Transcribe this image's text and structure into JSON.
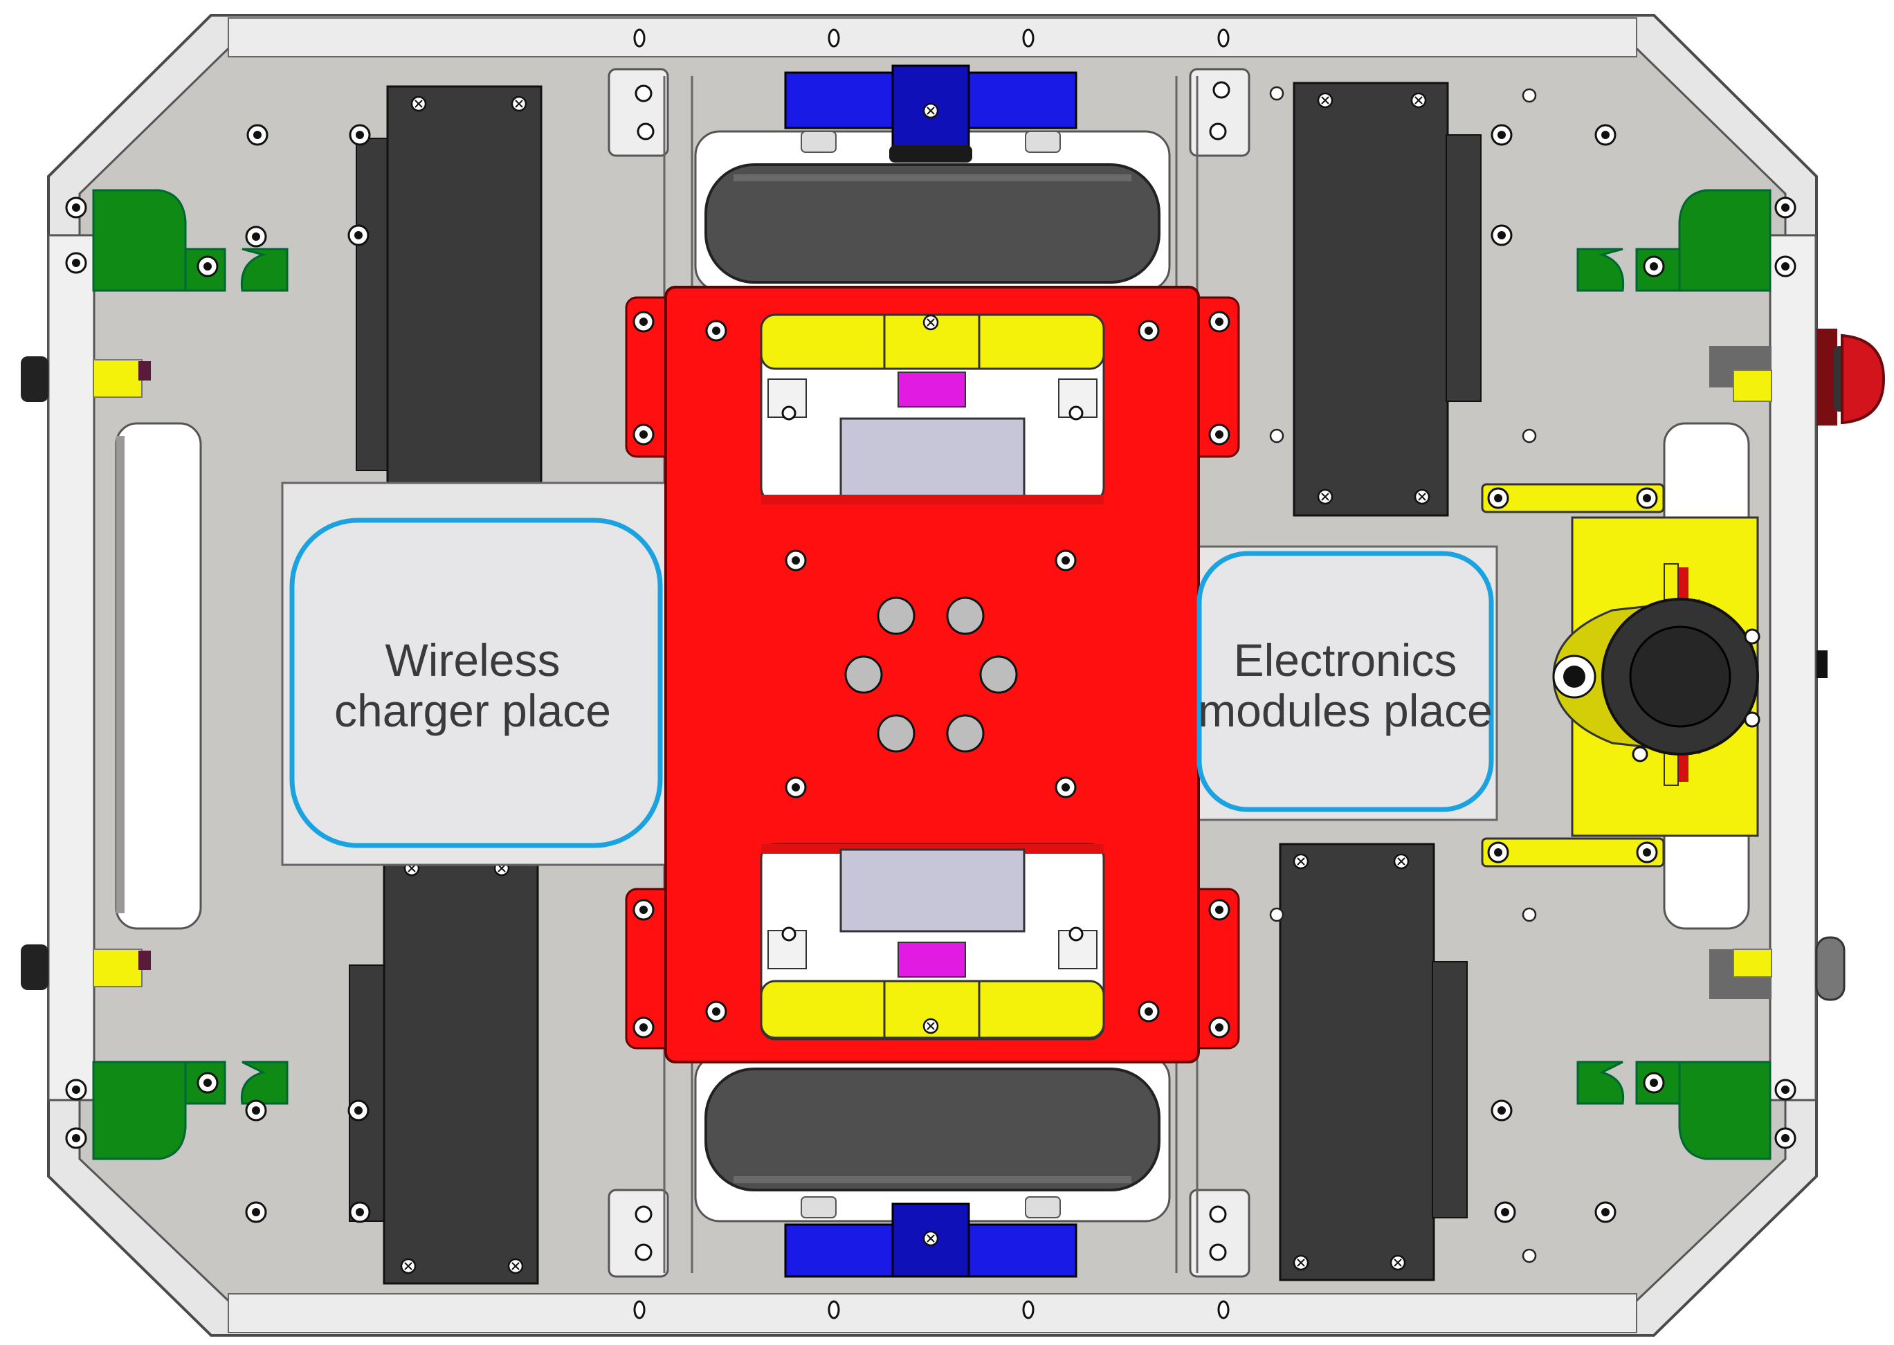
{
  "zones": {
    "wireless": {
      "line1": "Wireless",
      "line2": "charger place"
    },
    "electronics": {
      "line1": "Electronics",
      "line2": "modules place"
    }
  },
  "colors": {
    "plate": "#c9c7c3",
    "frame": "#e4e4e4",
    "frame_stroke": "#4a4a4a",
    "motor_mount": "#ff0f0f",
    "wheel": "#4f4f4f",
    "motor_blue": "#1a1ae6",
    "motor_yellow": "#f4f20a",
    "coupler_magenta": "#e11be1",
    "gearbox": "#c6c6d8",
    "battery": "#3a3a3a",
    "caster_green": "#0f8a14",
    "zone_fill": "#e6e6e8",
    "zone_border": "#1aa3e0",
    "estop_red": "#d4141c"
  },
  "icons": {
    "estop": "emergency-stop-button-icon",
    "lidar": "lidar-sensor-icon",
    "wheel": "drive-wheel-icon",
    "caster": "caster-mount-icon"
  }
}
